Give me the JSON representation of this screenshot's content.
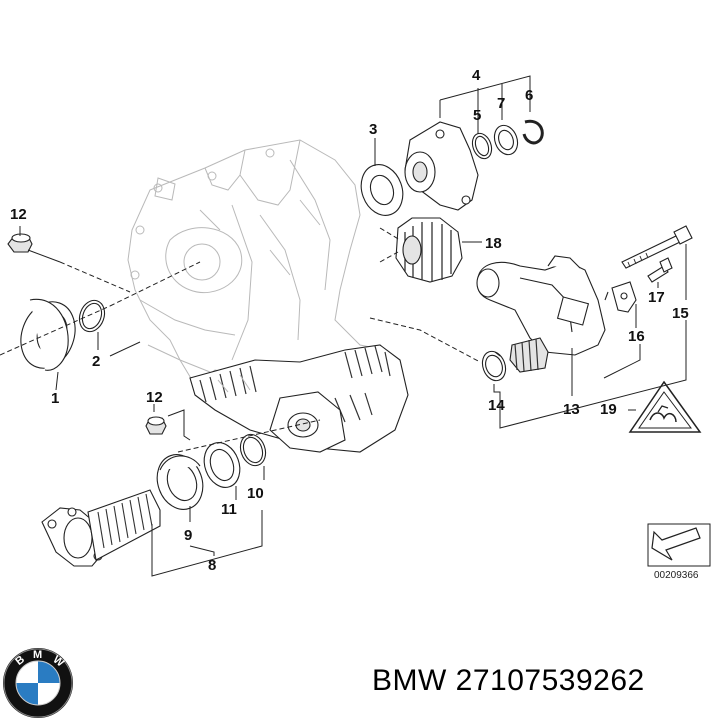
{
  "diagram": {
    "callouts": {
      "c1": "1",
      "c2": "2",
      "c3": "3",
      "c4": "4",
      "c5": "5",
      "c6": "6",
      "c7": "7",
      "c8": "8",
      "c9": "9",
      "c10": "10",
      "c11": "11",
      "c12a": "12",
      "c12b": "12",
      "c13": "13",
      "c14": "14",
      "c15": "15",
      "c16": "16",
      "c17": "17",
      "c18": "18",
      "c19": "19"
    },
    "reference_code": "00209366"
  },
  "caption": {
    "brand": "BMW",
    "part_number": "27107539262",
    "text": "BMW 27107539262"
  },
  "logo": {
    "letters": "BMW",
    "colors": {
      "blue": "#2a7cc2",
      "ring": "#111111",
      "white": "#ffffff"
    }
  }
}
